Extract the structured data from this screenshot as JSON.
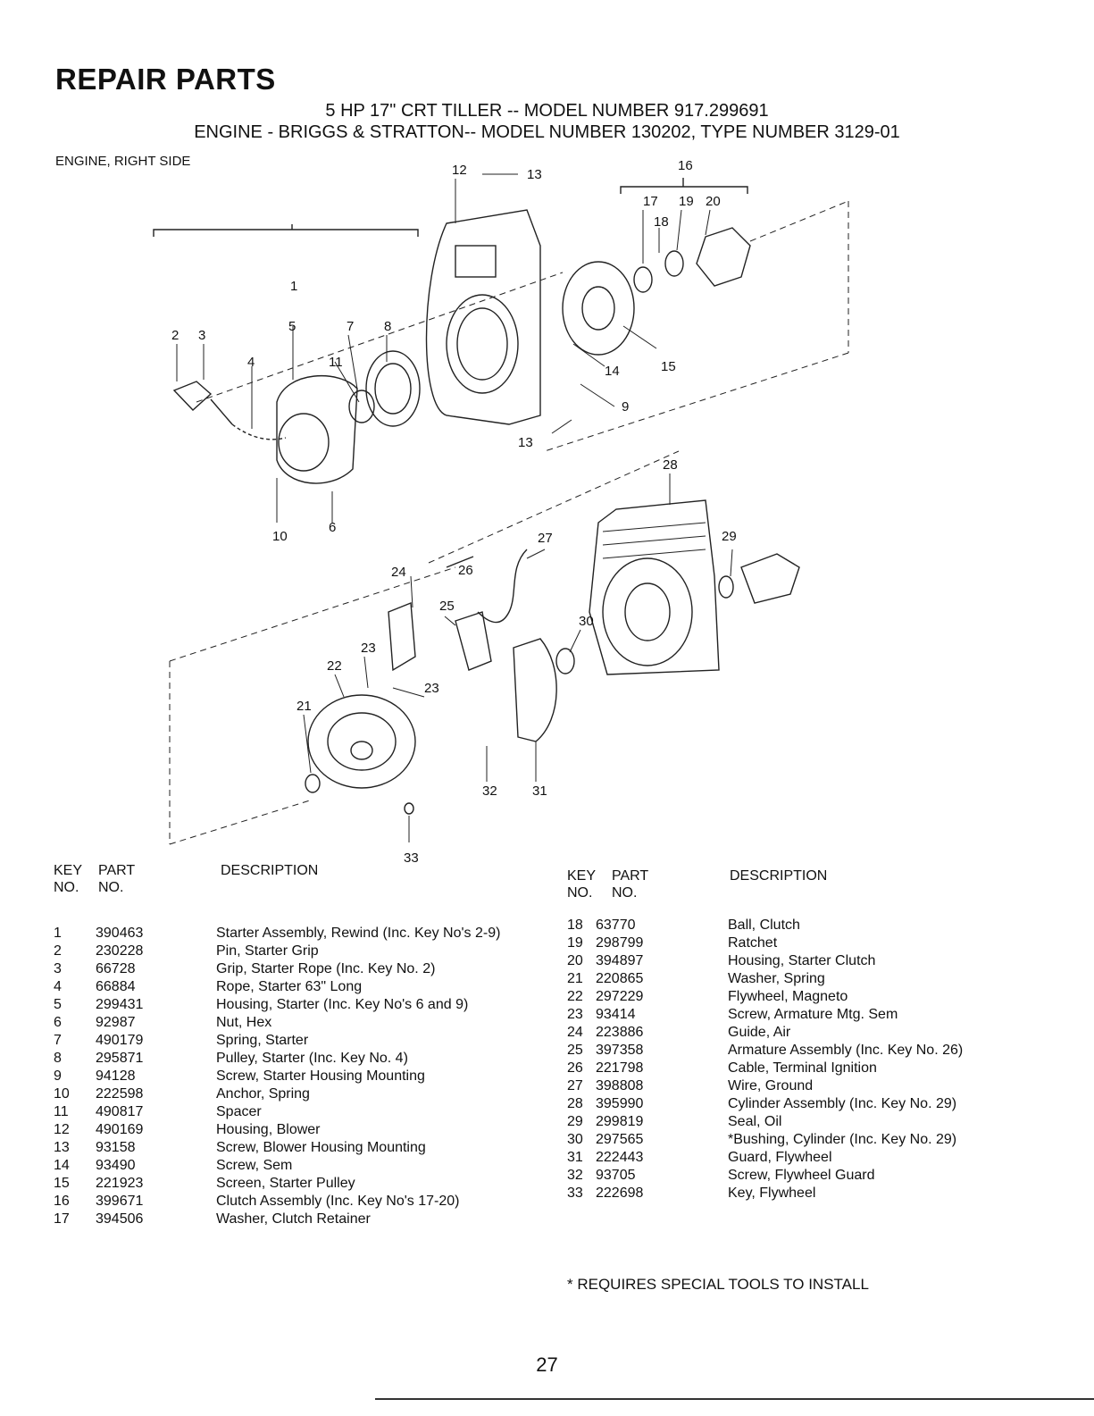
{
  "header": {
    "title": "REPAIR PARTS",
    "model_line": "5 HP 17\" CRT TILLER -- MODEL NUMBER 917.299691",
    "engine_line": "ENGINE - BRIGGS & STRATTON-- MODEL NUMBER  130202, TYPE NUMBER 3129-01",
    "section": "ENGINE, RIGHT SIDE"
  },
  "callouts": [
    "1",
    "2",
    "3",
    "4",
    "5",
    "6",
    "7",
    "8",
    "9",
    "10",
    "11",
    "12",
    "13",
    "13",
    "14",
    "15",
    "16",
    "17",
    "18",
    "19",
    "20",
    "21",
    "22",
    "23",
    "23",
    "24",
    "25",
    "26",
    "27",
    "28",
    "29",
    "30",
    "31",
    "32",
    "33"
  ],
  "columns": {
    "key": "KEY",
    "part": "PART",
    "no": "NO.",
    "description": "DESCRIPTION"
  },
  "parts_left": [
    {
      "key": "1",
      "part": "390463",
      "desc": "Starter Assembly, Rewind (Inc. Key No's 2-9)"
    },
    {
      "key": "2",
      "part": "230228",
      "desc": "Pin, Starter Grip"
    },
    {
      "key": "3",
      "part": "66728",
      "desc": "Grip, Starter Rope (Inc. Key No. 2)"
    },
    {
      "key": "4",
      "part": "66884",
      "desc": "Rope, Starter 63\" Long"
    },
    {
      "key": "5",
      "part": "299431",
      "desc": "Housing, Starter (Inc. Key No's 6 and 9)"
    },
    {
      "key": "6",
      "part": "92987",
      "desc": "Nut, Hex"
    },
    {
      "key": "7",
      "part": "490179",
      "desc": "Spring, Starter"
    },
    {
      "key": "8",
      "part": "295871",
      "desc": "Pulley,  Starter (Inc. Key No. 4)"
    },
    {
      "key": "9",
      "part": "94128",
      "desc": "Screw, Starter Housing Mounting"
    },
    {
      "key": "10",
      "part": "222598",
      "desc": "Anchor, Spring"
    },
    {
      "key": "11",
      "part": "490817",
      "desc": "Spacer"
    },
    {
      "key": "12",
      "part": "490169",
      "desc": "Housing, Blower"
    },
    {
      "key": "13",
      "part": "93158",
      "desc": "Screw, Blower Housing Mounting"
    },
    {
      "key": "14",
      "part": "93490",
      "desc": "Screw, Sem"
    },
    {
      "key": "15",
      "part": "221923",
      "desc": "Screen, Starter Pulley"
    },
    {
      "key": "16",
      "part": "399671",
      "desc": "Clutch Assembly (Inc. Key No's 17-20)"
    },
    {
      "key": "17",
      "part": "394506",
      "desc": "Washer, Clutch Retainer"
    }
  ],
  "parts_right": [
    {
      "key": "18",
      "part": "63770",
      "desc": "Ball, Clutch"
    },
    {
      "key": "19",
      "part": "298799",
      "desc": "Ratchet"
    },
    {
      "key": "20",
      "part": "394897",
      "desc": "Housing, Starter Clutch"
    },
    {
      "key": "21",
      "part": "220865",
      "desc": "Washer, Spring"
    },
    {
      "key": "22",
      "part": "297229",
      "desc": "Flywheel, Magneto"
    },
    {
      "key": "23",
      "part": "93414",
      "desc": "Screw, Armature Mtg. Sem"
    },
    {
      "key": "24",
      "part": "223886",
      "desc": "Guide, Air"
    },
    {
      "key": "25",
      "part": "397358",
      "desc": "Armature Assembly (Inc. Key No. 26)"
    },
    {
      "key": "26",
      "part": "221798",
      "desc": "Cable, Terminal Ignition"
    },
    {
      "key": "27",
      "part": "398808",
      "desc": "Wire, Ground"
    },
    {
      "key": "28",
      "part": "395990",
      "desc": "Cylinder Assembly (Inc. Key No. 29)"
    },
    {
      "key": "29",
      "part": "299819",
      "desc": "Seal, Oil"
    },
    {
      "key": "30",
      "part": "297565",
      "desc": "*Bushing, Cylinder (Inc. Key No. 29)"
    },
    {
      "key": "31",
      "part": "222443",
      "desc": "Guard, Flywheel"
    },
    {
      "key": "32",
      "part": "93705",
      "desc": "Screw, Flywheel Guard"
    },
    {
      "key": "33",
      "part": "222698",
      "desc": "Key, Flywheel"
    }
  ],
  "footnote": "* REQUIRES SPECIAL TOOLS TO INSTALL",
  "page_number": "27"
}
